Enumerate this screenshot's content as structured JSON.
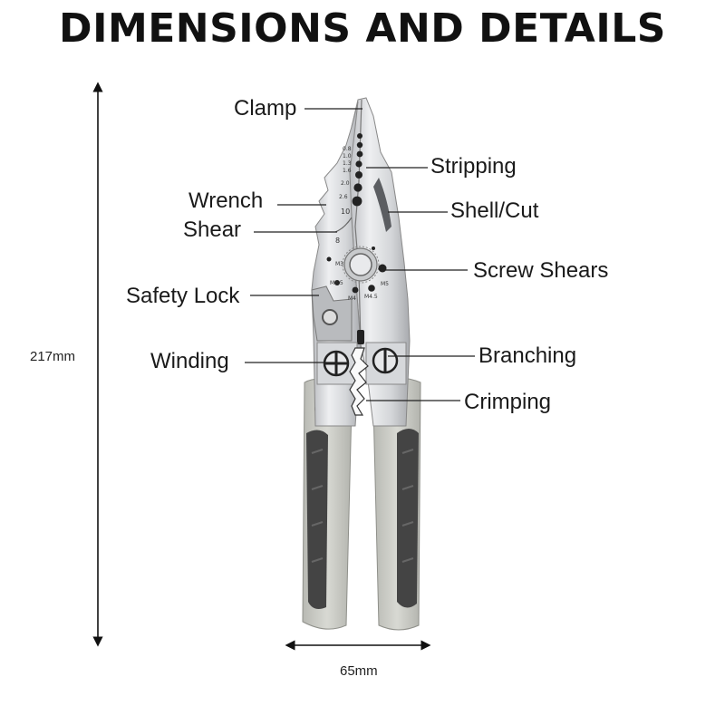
{
  "title": "DIMENSIONS AND DETAILS",
  "labels": {
    "clamp": "Clamp",
    "stripping": "Stripping",
    "wrench": "Wrench",
    "shell_cut": "Shell/Cut",
    "shear": "Shear",
    "screw_shears": "Screw Shears",
    "safety_lock": "Safety Lock",
    "winding": "Winding",
    "branching": "Branching",
    "crimping": "Crimping"
  },
  "dimensions": {
    "height": "217mm",
    "width": "65mm"
  },
  "markings": {
    "gauges": [
      "0.8",
      "1.0",
      "1.3",
      "1.6",
      "2.0",
      "2.6"
    ],
    "gauge_ten": "10",
    "eight": "8",
    "m3": "M3",
    "m35": "M3.5",
    "m4": "M4",
    "m45": "M4.5",
    "m5": "M5"
  },
  "colors": {
    "steel": "#dcdde0",
    "handle_grey": "#c9cac4",
    "handle_dark": "#4a4a4a",
    "text": "#1a1a1a"
  }
}
